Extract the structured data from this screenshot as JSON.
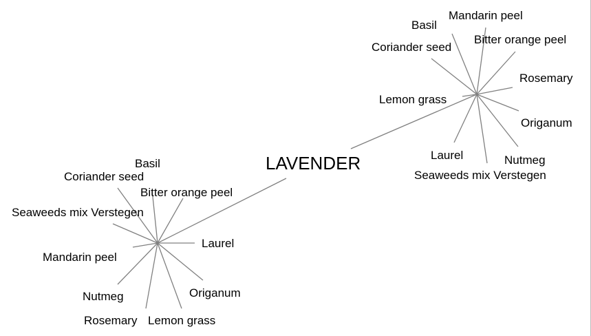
{
  "center": {
    "label": "LAVENDER"
  },
  "clusters": [
    {
      "name": "right",
      "items": [
        "Mandarin peel",
        "Basil",
        "Bitter orange peel",
        "Coriander seed",
        "Rosemary",
        "Lemon grass",
        "Origanum",
        "Laurel",
        "Nutmeg",
        "Seaweeds mix Verstegen"
      ]
    },
    {
      "name": "left",
      "items": [
        "Basil",
        "Coriander seed",
        "Bitter orange peel",
        "Seaweeds mix Verstegen",
        "Laurel",
        "Mandarin peel",
        "Origanum",
        "Nutmeg",
        "Rosemary",
        "Lemon grass"
      ]
    }
  ],
  "colors": {
    "edge": "#808080",
    "text": "#000000",
    "background": "#ffffff"
  }
}
